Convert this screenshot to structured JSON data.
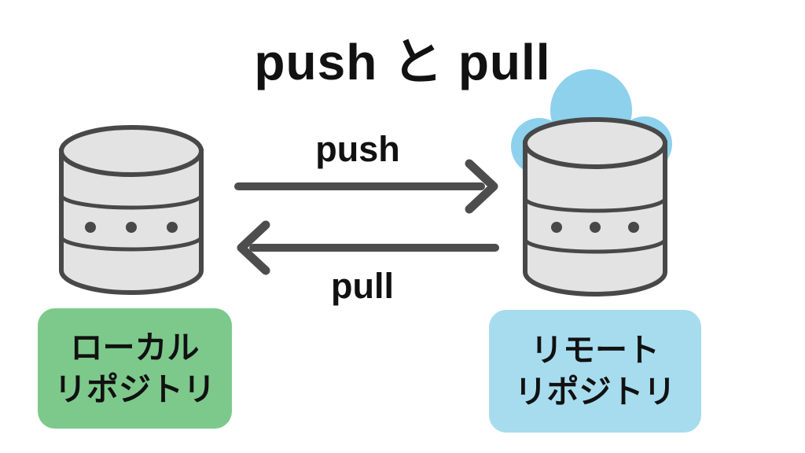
{
  "title": "push と pull",
  "arrows": {
    "push": {
      "label": "push",
      "direction": "left-to-right"
    },
    "pull": {
      "label": "pull",
      "direction": "right-to-left"
    }
  },
  "nodes": {
    "local": {
      "line1": "ローカル",
      "line2": "リポジトリ",
      "icon": "database-icon"
    },
    "remote": {
      "line1": "リモート",
      "line2": "リポジトリ",
      "icon": "database-icon-with-cloud"
    }
  },
  "colors": {
    "background": "#ffffff",
    "text": "#111111",
    "arrow": "#4d4d4d",
    "db_fill": "#e3e3e3",
    "db_stroke": "#484848",
    "cloud": "#8dd1ec",
    "local_box": "#7dc98c",
    "remote_box": "#a7dcee"
  }
}
